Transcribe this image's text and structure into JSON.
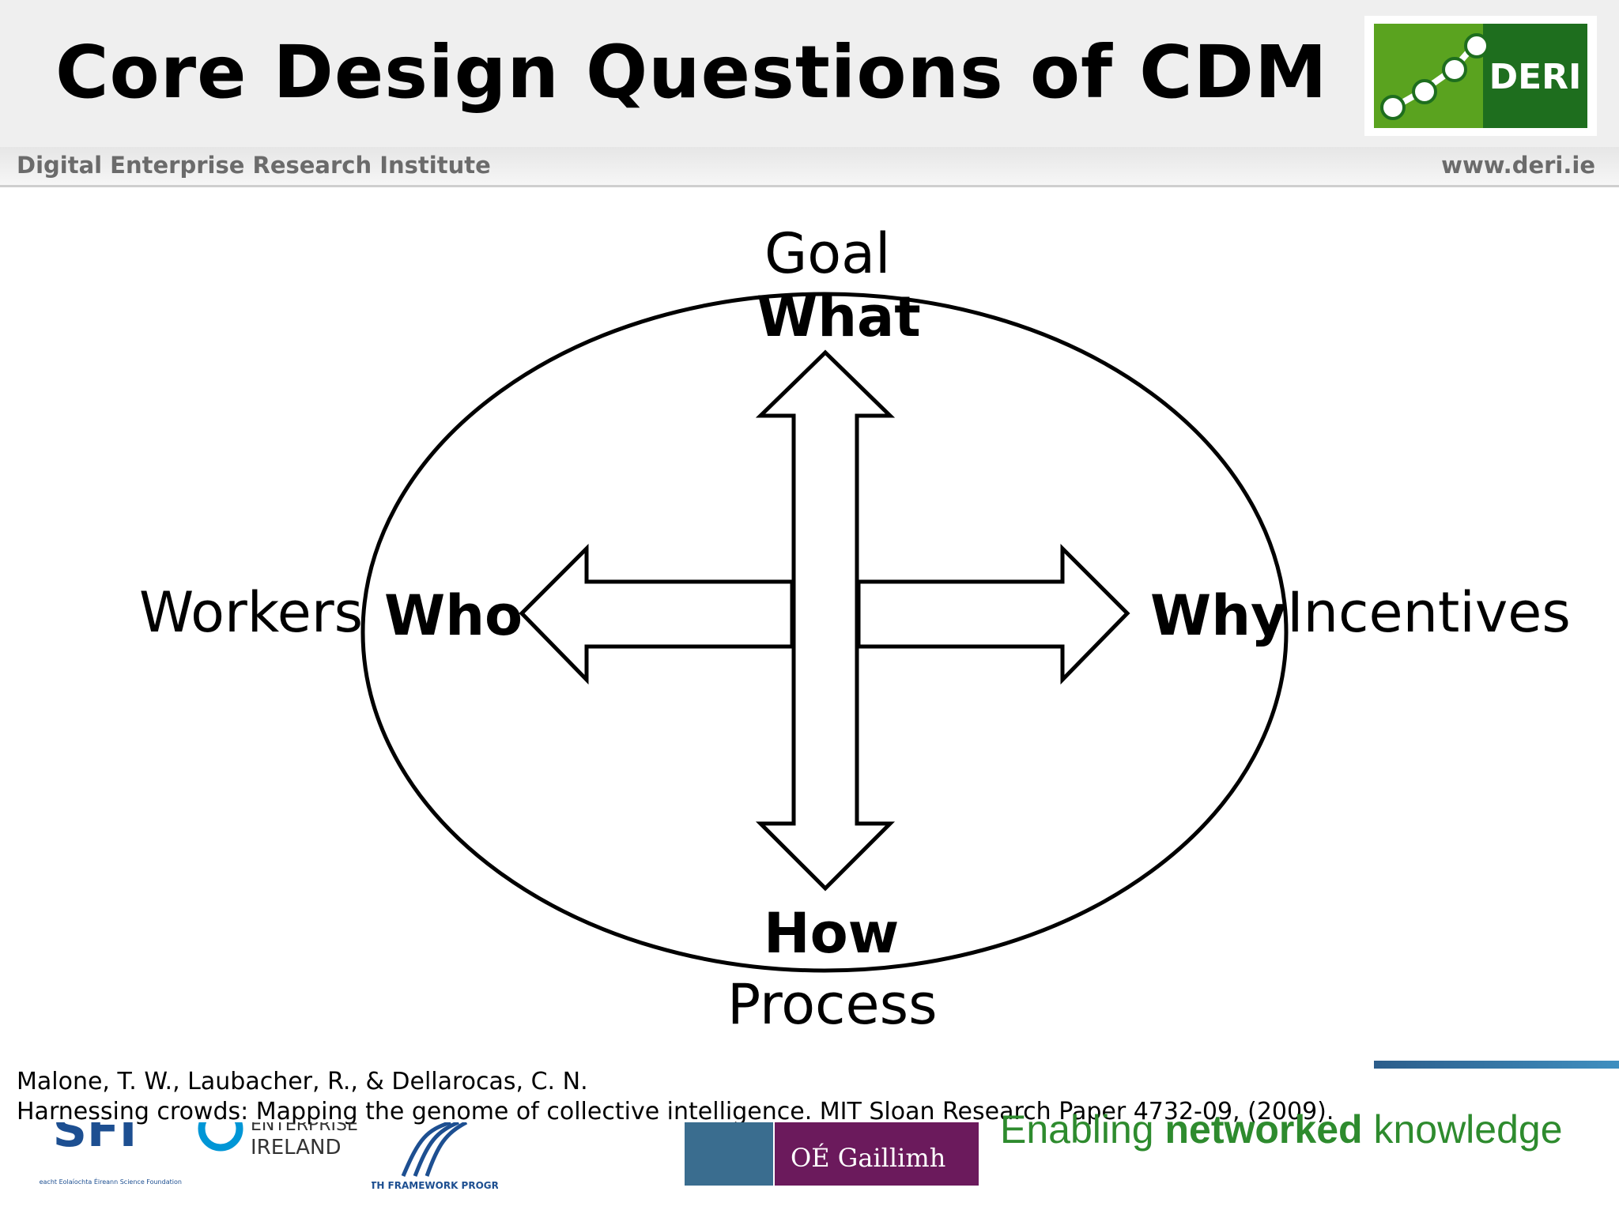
{
  "header": {
    "title": "Core Design Questions of CDM",
    "institute": "Digital Enterprise Research Institute",
    "website": "www.deri.ie",
    "logo_text": "DERI"
  },
  "diagram": {
    "top": {
      "plain": "Goal",
      "bold": "What"
    },
    "left": {
      "plain": "Workers",
      "bold": "Who"
    },
    "right": {
      "plain": "Incentives",
      "bold": "Why"
    },
    "bottom": {
      "plain": "Process",
      "bold": "How"
    }
  },
  "reference": {
    "line1": "Malone, T. W., Laubacher, R., & Dellarocas, C. N.",
    "line2": "Harnessing crowds: Mapping the genome of collective intelligence. MIT Sloan Research Paper 4732-09, (2009)."
  },
  "footer": {
    "sfi_small": "Fondúireacht Eolaíochta Éireann Science Foundation Ireland",
    "enterprise": "IRELAND",
    "fp7": "SEVENTH FRAMEWORK PROGRAMME",
    "nui": "OÉ Gaillimh",
    "tagline_a": "Enabling ",
    "tagline_b": "networked",
    "tagline_c": " knowledge"
  },
  "colors": {
    "logo_light_green": "#5aa31f",
    "logo_dark_green": "#1e6e1e",
    "tagline_green": "#2e8b2e",
    "nui_purple": "#6b1a5c"
  }
}
